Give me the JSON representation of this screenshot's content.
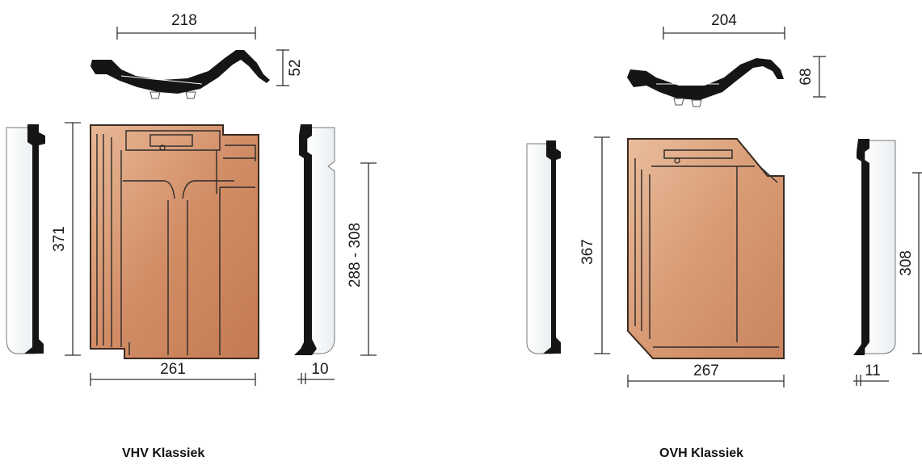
{
  "tiles": [
    {
      "caption": "VHV Klassiek",
      "dim_width_top": "218",
      "dim_height_profile": "52",
      "dim_length": "371",
      "dim_lath": "288 - 308",
      "dim_width_bottom": "261",
      "dim_thickness": "10",
      "color": "#d79872"
    },
    {
      "caption": "OVH Klassiek",
      "dim_width_top": "204",
      "dim_height_profile": "68",
      "dim_length": "367",
      "dim_lath": "308",
      "dim_width_bottom": "267",
      "dim_thickness": "11",
      "color": "#dca07a"
    }
  ]
}
